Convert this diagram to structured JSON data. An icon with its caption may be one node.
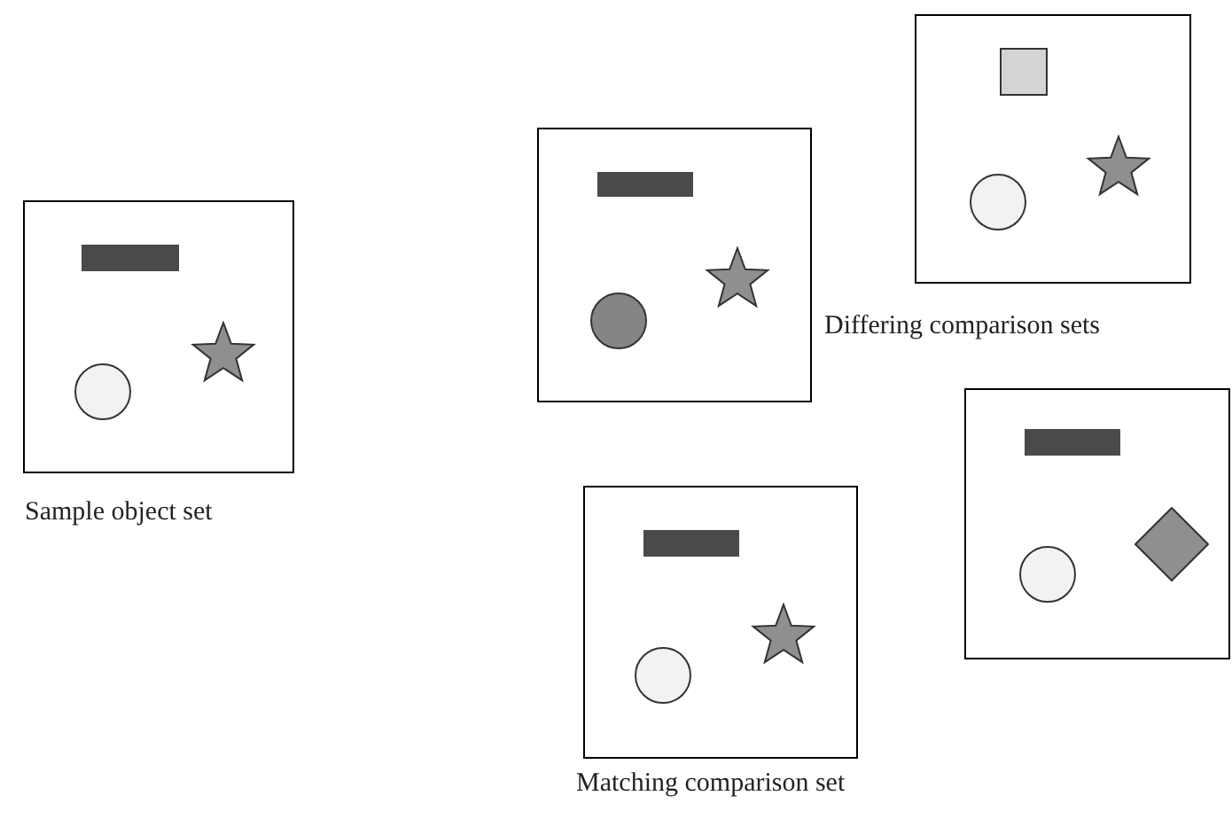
{
  "diagram": {
    "nodes": [
      {
        "text": [],
        "shape": "box",
        "beside": [
          "Sample object set"
        ]
      },
      {
        "text": [],
        "shape": "bar",
        "in": 0
      },
      {
        "text": [],
        "shape": "star",
        "in": 0
      },
      {
        "text": [],
        "shape": "circle",
        "in": 0
      },
      {
        "text": [],
        "shape": "box"
      },
      {
        "text": [],
        "shape": "bar",
        "in": 4
      },
      {
        "text": [],
        "shape": "star",
        "in": 4
      },
      {
        "text": [],
        "shape": "disc",
        "in": 4
      },
      {
        "text": [],
        "shape": "box",
        "beside": [
          "Differing comparison sets"
        ]
      },
      {
        "text": [],
        "shape": "square",
        "in": 8
      },
      {
        "text": [],
        "shape": "star",
        "in": 8
      },
      {
        "text": [],
        "shape": "circle",
        "in": 8
      },
      {
        "text": [],
        "shape": "box",
        "beside": [
          "Matching comparison set"
        ]
      },
      {
        "text": [],
        "shape": "bar",
        "in": 12
      },
      {
        "text": [],
        "shape": "star",
        "in": 12
      },
      {
        "text": [],
        "shape": "circle",
        "in": 12
      },
      {
        "text": [],
        "shape": "box"
      },
      {
        "text": [],
        "shape": "bar",
        "in": 16
      },
      {
        "text": [],
        "shape": "diamond",
        "in": 16
      },
      {
        "text": [],
        "shape": "circle",
        "in": 16
      }
    ]
  }
}
